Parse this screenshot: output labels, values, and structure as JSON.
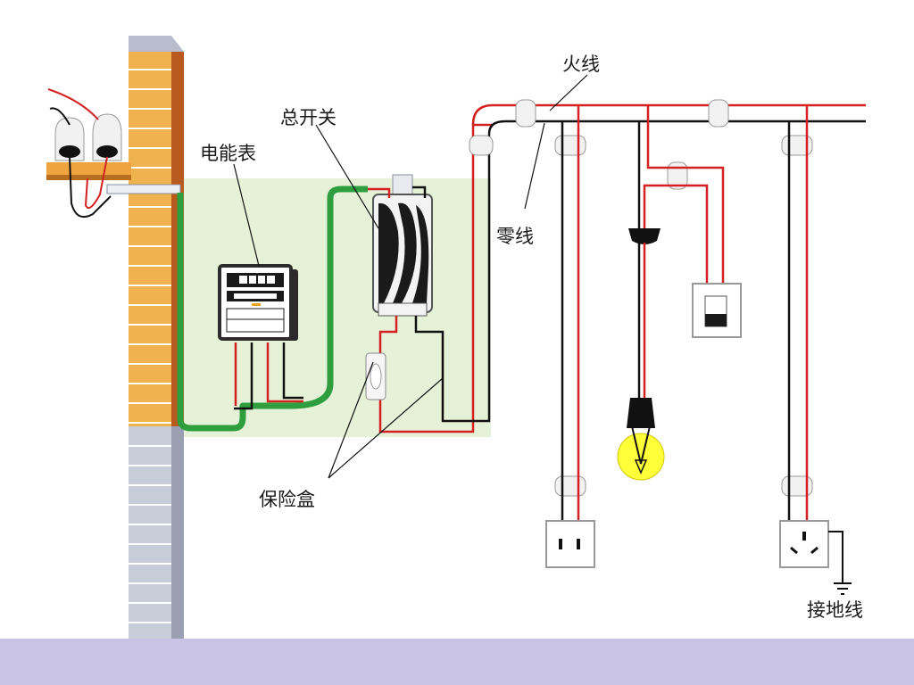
{
  "labels": {
    "live_wire": "火线",
    "main_switch": "总开关",
    "meter": "电能表",
    "neutral_wire": "零线",
    "fuse_box": "保险盒",
    "ground_wire": "接地线"
  },
  "colors": {
    "live": "#d32020",
    "neutral": "#1a1a1a",
    "service_cable": "#2e9e3e",
    "brick": "#f0b24e",
    "mortar": "#ffffff",
    "wall_lower": "#c9cdd9",
    "panel": "#e6f2d8",
    "footer": "#c9c3e6",
    "bulb_glow": "#ffff3a"
  }
}
